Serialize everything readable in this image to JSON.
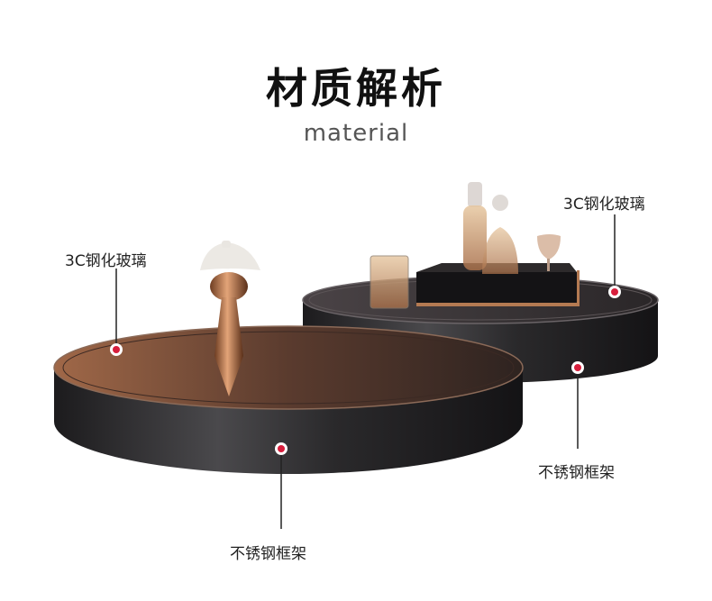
{
  "header": {
    "title": "材质解析",
    "subtitle": "material"
  },
  "callouts": [
    {
      "label": "3C钢化玻璃"
    },
    {
      "label": "3C钢化玻璃"
    },
    {
      "label": "不锈钢框架"
    },
    {
      "label": "不锈钢框架"
    }
  ],
  "colors": {
    "marker": "#d71e3c",
    "frame": "#2b2a2c",
    "glass_top": "#6b4a3a",
    "accent_gold": "#c07a4f"
  }
}
